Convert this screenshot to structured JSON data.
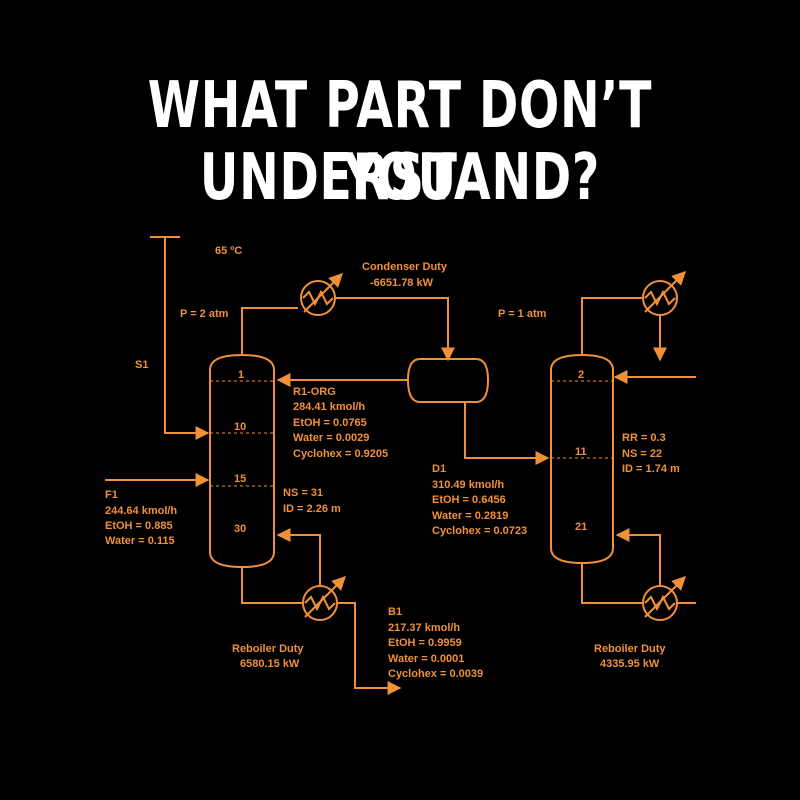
{
  "headline": {
    "line1": "WHAT PART DON’T YOU",
    "line2": "UNDERSTAND?"
  },
  "colors": {
    "background": "#000000",
    "headline": "#ffffff",
    "diagram": "#f0903a"
  },
  "diagram": {
    "temp": "65 ºC",
    "s1": "S1",
    "p_left": "P = 2 atm",
    "p_right": "P = 1 atm",
    "condenser": {
      "title": "Condenser Duty",
      "value": "-6651.78 kW"
    },
    "col1_trays": {
      "t1": "1",
      "t10": "10",
      "t15": "15",
      "t30": "30"
    },
    "col2_trays": {
      "t2": "2",
      "t11": "11",
      "t21": "21"
    },
    "r1": {
      "title": "R1-ORG",
      "flow": "284.41 kmol/h",
      "etoh": "EtOH = 0.0765",
      "water": "Water = 0.0029",
      "cyclohex": "Cyclohex = 0.9205"
    },
    "f1": {
      "title": "F1",
      "flow": "244.64 kmol/h",
      "etoh": "EtOH = 0.885",
      "water": "Water = 0.115"
    },
    "col1_spec": {
      "ns": "NS = 31",
      "id": "ID = 2.26 m"
    },
    "d1": {
      "title": "D1",
      "flow": "310.49 kmol/h",
      "etoh": "EtOH = 0.6456",
      "water": "Water = 0.2819",
      "cyclohex": "Cyclohex = 0.0723"
    },
    "col2_spec": {
      "rr": "RR = 0.3",
      "ns": "NS = 22",
      "id": "ID = 1.74 m"
    },
    "reboiler1": {
      "title": "Reboiler Duty",
      "value": "6580.15 kW"
    },
    "reboiler2": {
      "title": "Reboiler Duty",
      "value": "4335.95 kW"
    },
    "b1": {
      "title": "B1",
      "flow": "217.37 kmol/h",
      "etoh": "EtOH = 0.9959",
      "water": "Water = 0.0001",
      "cyclohex": "Cyclohex = 0.0039"
    }
  }
}
